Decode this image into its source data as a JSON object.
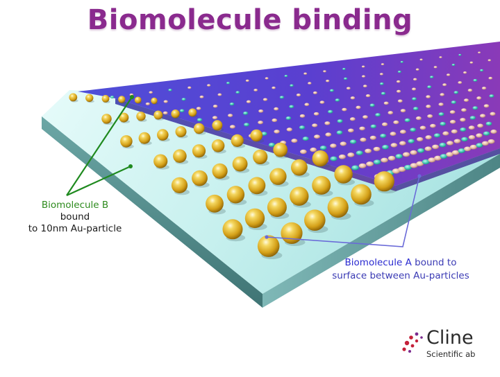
{
  "title": "Biomolecule binding",
  "labels": {
    "biomolecule_b": {
      "highlight": "Biomolecule B",
      "line2": "bound",
      "line3": "to 10nm Au-particle"
    },
    "biomolecule_a": {
      "highlight": "Biomolecule A",
      "rest_line1": " bound to",
      "line2": "surface between Au-particles"
    }
  },
  "logo": {
    "name": "Cline",
    "subtitle": "Scientific ab"
  },
  "colors": {
    "title": "#8a2a8e",
    "label_b_accent": "#2e8b1e",
    "label_a_accent": "#2a2ad0",
    "arrow_b": "#1f8a1f",
    "arrow_a": "#6a6ad8",
    "gold": "#e0b12a",
    "logo_red": "#c4213a",
    "logo_purple": "#7a2a8e"
  },
  "icons": [
    "gold-nanoparticle",
    "biomolecule-dot",
    "dotted-logo-mark"
  ]
}
